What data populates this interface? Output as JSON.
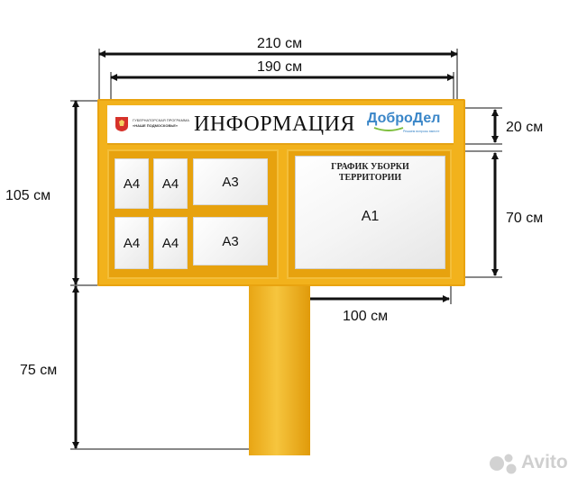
{
  "dimensions": {
    "total_width": "210 см",
    "inner_width": "190 см",
    "header_height": "20 см",
    "board_height": "105 см",
    "poster_height": "70 см",
    "poster_width": "100 см",
    "post_height": "75 см"
  },
  "header": {
    "logo_line1": "ГУБЕРНАТОРСКАЯ ПРОГРАММА",
    "logo_line2": "«НАШЕ ПОДМОСКОВЬЕ»",
    "title": "ИНФОРМАЦИЯ",
    "brand": "ДоброДел",
    "brand_tagline": "Решаем вопросы вместе"
  },
  "pockets": [
    {
      "label": "А4"
    },
    {
      "label": "А4"
    },
    {
      "label": "А3"
    },
    {
      "label": "А4"
    },
    {
      "label": "А4"
    },
    {
      "label": "А3"
    }
  ],
  "poster": {
    "title_line1": "График уборки",
    "title_line2": "территории",
    "label": "А1"
  },
  "watermark": "Avito",
  "colors": {
    "frame": "#F2B21C",
    "arrows": "#111111",
    "brand_blue": "#3A86C8",
    "brand_green": "#7DBE3C",
    "emblem_red": "#D6322A"
  }
}
